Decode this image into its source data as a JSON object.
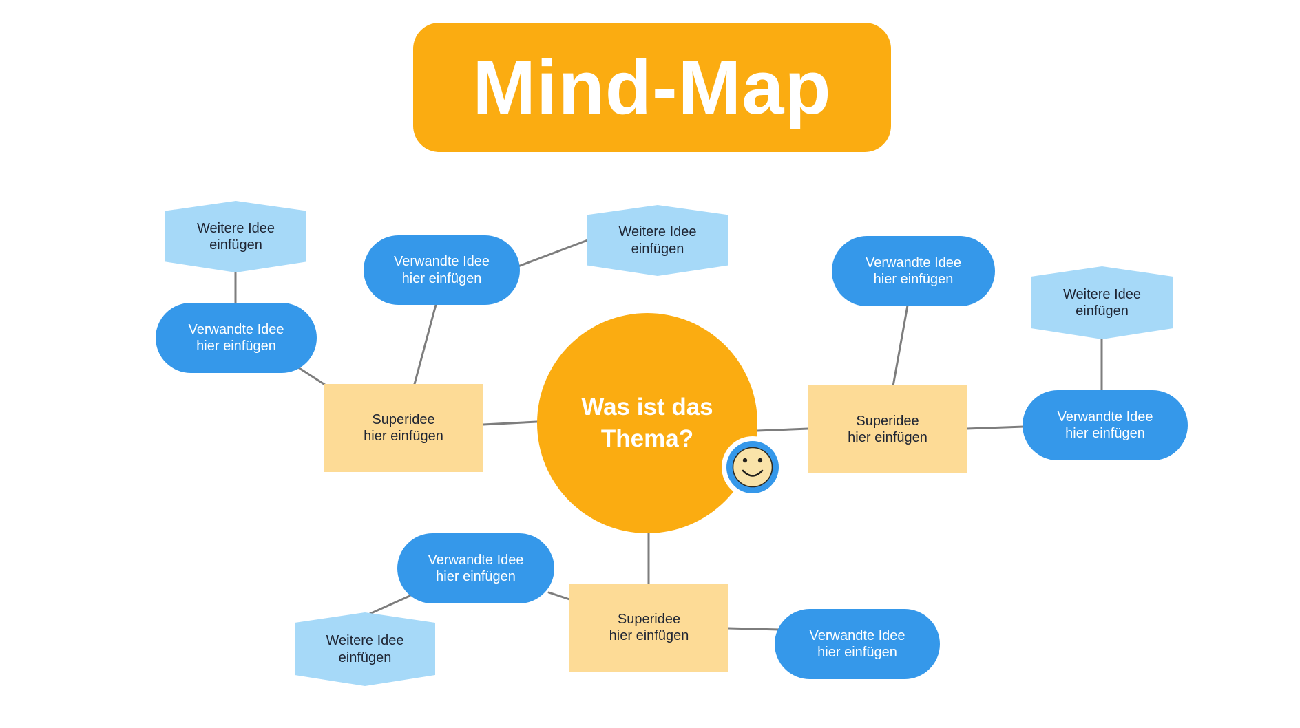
{
  "title": {
    "label": "Mind-Map"
  },
  "central_topic": {
    "label": "Was ist das\nThema?"
  },
  "nodes": [
    {
      "id": "hex-top-left",
      "type": "hexagon",
      "label": "Weitere Idee\neinfügen"
    },
    {
      "id": "pill-left",
      "type": "pill",
      "label": "Verwandte Idee\nhier einfügen"
    },
    {
      "id": "pill-upper-middle",
      "type": "pill",
      "label": "Verwandte Idee\nhier einfügen"
    },
    {
      "id": "hex-top-middle",
      "type": "hexagon",
      "label": "Weitere Idee\neinfügen"
    },
    {
      "id": "rect-left",
      "type": "rectangle",
      "label": "Superidee\nhier einfügen"
    },
    {
      "id": "pill-right-top",
      "type": "pill",
      "label": "Verwandte Idee\nhier einfügen"
    },
    {
      "id": "hex-right",
      "type": "hexagon",
      "label": "Weitere Idee\neinfügen"
    },
    {
      "id": "rect-right",
      "type": "rectangle",
      "label": "Superidee\nhier einfügen"
    },
    {
      "id": "pill-right-bottom",
      "type": "pill",
      "label": "Verwandte Idee\nhier einfügen"
    },
    {
      "id": "pill-bottom-left",
      "type": "pill",
      "label": "Verwandte Idee\nhier einfügen"
    },
    {
      "id": "hex-bottom-left",
      "type": "hexagon",
      "label": "Weitere Idee\neinfügen"
    },
    {
      "id": "rect-bottom",
      "type": "rectangle",
      "label": "Superidee\nhier einfügen"
    },
    {
      "id": "pill-bottom-right",
      "type": "pill",
      "label": "Verwandte Idee\nhier einfügen"
    }
  ],
  "smiley": {
    "name": "smiley-face-sticker"
  },
  "colors": {
    "orange": "#FBAC11",
    "tan": "#FDDB96",
    "blue": "#3598EA",
    "light_blue": "#A6D9F8",
    "line_gray": "#7D7D7D",
    "text_dark": "#1F2533",
    "text_light": "#FFFFFF",
    "background": "#FFFFFF",
    "smiley_face": "#F9E3A9"
  }
}
